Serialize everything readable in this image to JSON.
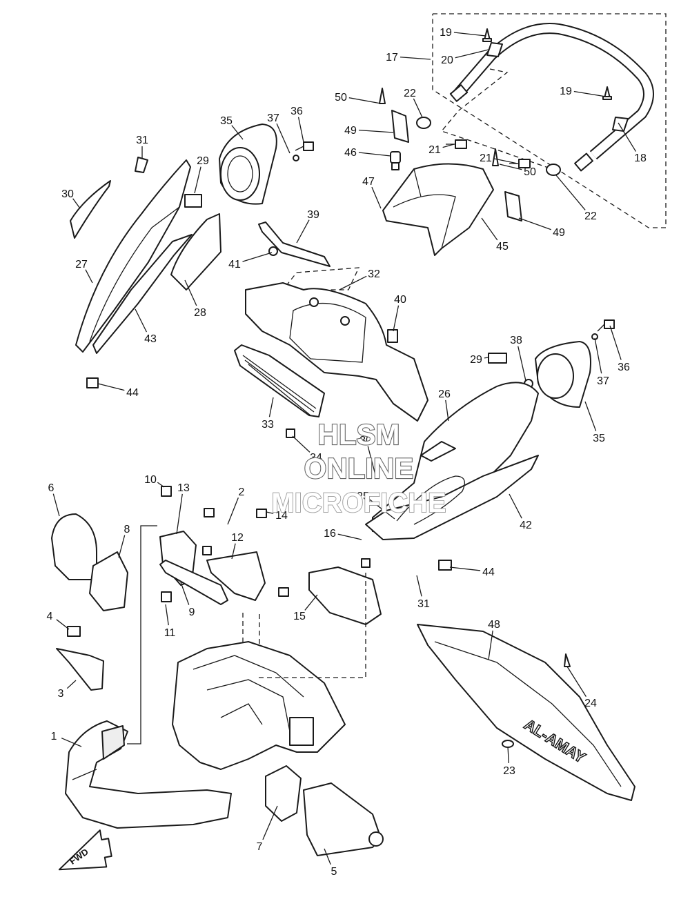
{
  "diagram": {
    "callouts": [
      "1",
      "2",
      "3",
      "4",
      "5",
      "6",
      "7",
      "8",
      "9",
      "10",
      "11",
      "12",
      "13",
      "14",
      "15",
      "16",
      "17",
      "18",
      "19",
      "19",
      "20",
      "21",
      "21",
      "22",
      "22",
      "23",
      "24",
      "25",
      "26",
      "27",
      "28",
      "29",
      "29",
      "30",
      "30",
      "31",
      "31",
      "32",
      "33",
      "34",
      "35",
      "35",
      "36",
      "36",
      "37",
      "37",
      "38",
      "39",
      "40",
      "41",
      "42",
      "43",
      "44",
      "44",
      "45",
      "46",
      "47",
      "48",
      "49",
      "49",
      "50",
      "50"
    ],
    "forward_badge": "FWD",
    "decal_text": "AL-AMAY"
  },
  "watermark": {
    "line1": "HLSM",
    "line2": "ONLINE",
    "line3": "MICROFICHE"
  }
}
